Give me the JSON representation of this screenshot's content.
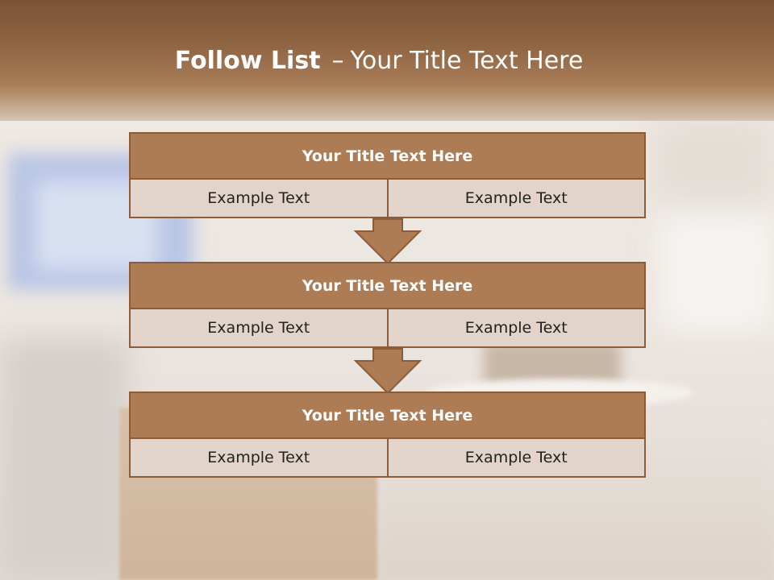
{
  "title": {
    "bold": "Follow List",
    "dash": "–",
    "rest": "Your Title Text Here"
  },
  "blocks": [
    {
      "title": "Your Title Text Here",
      "cells": [
        "Example Text",
        "Example Text"
      ]
    },
    {
      "title": "Your Title Text Here",
      "cells": [
        "Example Text",
        "Example Text"
      ]
    },
    {
      "title": "Your Title Text Here",
      "cells": [
        "Example Text",
        "Example Text"
      ]
    }
  ],
  "colors": {
    "header_fill": "#ad7c55",
    "outline": "#8a5c39",
    "cell_fill": "#e2d3cb",
    "arrow_fill": "#ad7c55"
  }
}
